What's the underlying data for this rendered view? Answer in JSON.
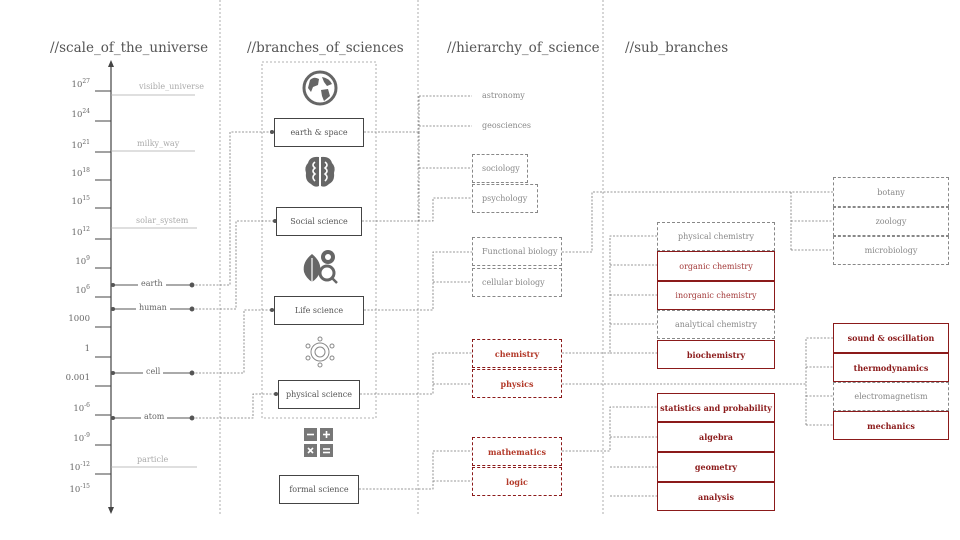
{
  "headers": {
    "scale": "//scale_of_the_universe",
    "branches": "//branches_of_sciences",
    "hierarchy": "//hierarchy_of_science",
    "sub": "//sub_branches"
  },
  "scale": {
    "ticks": [
      {
        "base": "10",
        "exp": "27"
      },
      {
        "base": "10",
        "exp": "24"
      },
      {
        "base": "10",
        "exp": "21"
      },
      {
        "base": "10",
        "exp": "18"
      },
      {
        "base": "10",
        "exp": "15"
      },
      {
        "base": "10",
        "exp": "12"
      },
      {
        "base": "10",
        "exp": "9"
      },
      {
        "base": "10",
        "exp": "6"
      },
      {
        "base": "1000",
        "exp": ""
      },
      {
        "base": "1",
        "exp": ""
      },
      {
        "base": "0.001",
        "exp": ""
      },
      {
        "base": "10",
        "exp": "-6"
      },
      {
        "base": "10",
        "exp": "-9"
      },
      {
        "base": "10",
        "exp": "-12"
      },
      {
        "base": "10",
        "exp": "-15"
      }
    ],
    "levels": [
      "visible_universe",
      "milky_way",
      "solar_system",
      "particle"
    ],
    "markers": [
      "earth",
      "human",
      "cell",
      "atom"
    ]
  },
  "branches": [
    "earth & space",
    "Social science",
    "Life science",
    "physical science",
    "formal science"
  ],
  "hierarchy": {
    "earth_space": [
      "astronomy",
      "geosciences"
    ],
    "social": [
      "sociology",
      "psychology"
    ],
    "life": [
      "Functional biology",
      "cellular biology"
    ],
    "physical": [
      "chemistry",
      "physics"
    ],
    "formal": [
      "mathematics",
      "logic"
    ]
  },
  "sub": {
    "biology": [
      "botany",
      "zoology",
      "microbiology"
    ],
    "chemistry": [
      "physical chemistry",
      "organic chemistry",
      "inorganic chemistry",
      "analytical chemistry",
      "biochemistry"
    ],
    "physics": [
      "sound & oscillation",
      "thermodynamics",
      "electromagnetism",
      "mechanics"
    ],
    "mathematics": [
      "statistics and probability",
      "algebra",
      "geometry",
      "analysis"
    ]
  },
  "colors": {
    "accent": "#8b1a1a",
    "box": "#444444",
    "muted": "#888888"
  }
}
